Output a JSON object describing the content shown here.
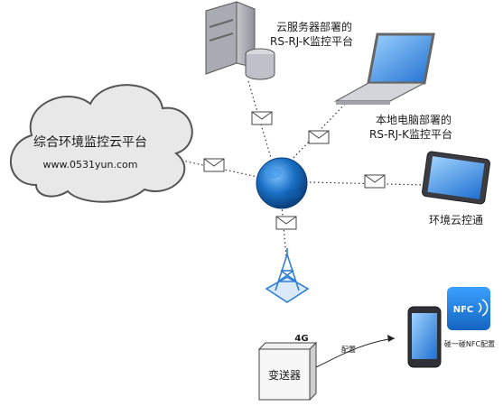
{
  "cloud_platform": {
    "title": "综合环境监控云平台",
    "url": "www.0531yun.com"
  },
  "cloud_server": {
    "line1": "云服务器部署的",
    "line2": "RS-RJ-K监控平台"
  },
  "local_pc": {
    "line1": "本地电脑部署的",
    "line2": "RS-RJ-K监控平台"
  },
  "tablet": {
    "label": "环境云控通"
  },
  "transmitter": {
    "label": "变送器",
    "signal": "4G"
  },
  "config_arrow": {
    "label": "配置"
  },
  "nfc": {
    "badge": "NFC",
    "label": "碰一碰NFC配置"
  },
  "colors": {
    "globe": "#1a6fc4",
    "cloud_fill": "#e8e8e8",
    "tower": "#2f7fd6",
    "nfc_bg": "#1e88e5"
  }
}
